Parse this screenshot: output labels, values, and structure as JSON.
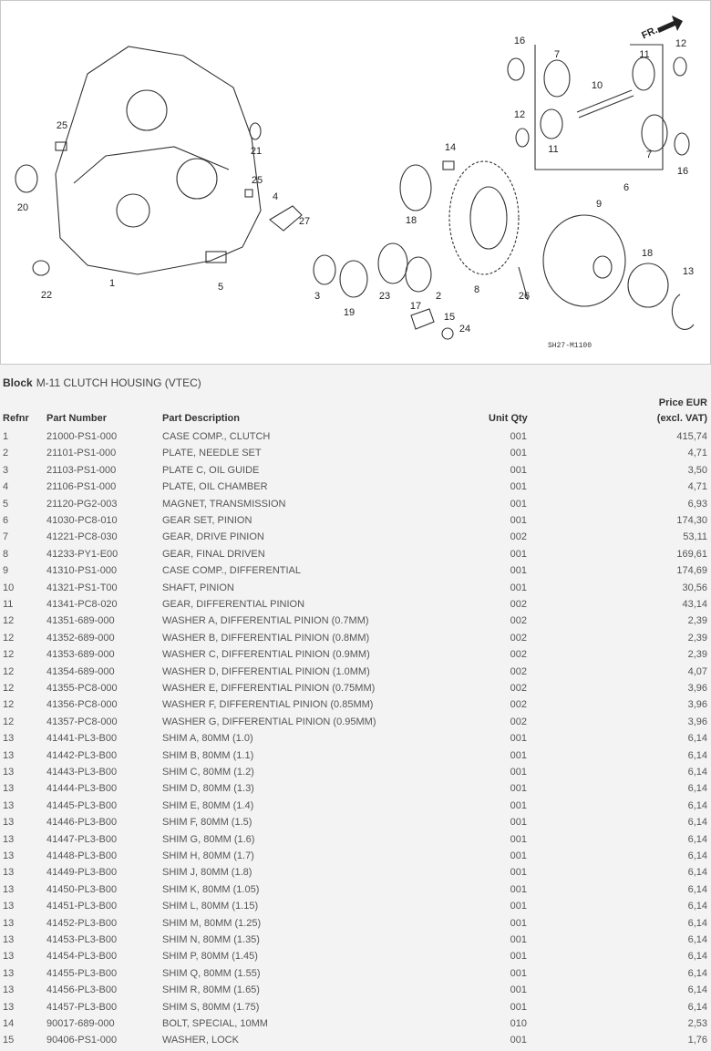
{
  "diagram": {
    "callouts": [
      "16",
      "7",
      "10",
      "11",
      "12",
      "FR.",
      "25",
      "21",
      "20",
      "14",
      "12",
      "11",
      "7",
      "16",
      "6",
      "25",
      "4",
      "27",
      "18",
      "9",
      "8",
      "5",
      "22",
      "1",
      "3",
      "19",
      "23",
      "17",
      "2",
      "15",
      "24",
      "26",
      "18",
      "13"
    ],
    "drawing_code": "SH27-M1100"
  },
  "block": {
    "label": "Block",
    "title": "M-11 CLUTCH HOUSING (VTEC)"
  },
  "table": {
    "headers": {
      "refnr": "Refnr",
      "part_number": "Part Number",
      "description": "Part Description",
      "unit_qty": "Unit Qty",
      "price_line1": "Price EUR",
      "price_line2": "(excl. VAT)"
    },
    "rows": [
      [
        "1",
        "21000-PS1-000",
        "CASE COMP., CLUTCH",
        "001",
        "415,74"
      ],
      [
        "2",
        "21101-PS1-000",
        "PLATE, NEEDLE SET",
        "001",
        "4,71"
      ],
      [
        "3",
        "21103-PS1-000",
        "PLATE C, OIL GUIDE",
        "001",
        "3,50"
      ],
      [
        "4",
        "21106-PS1-000",
        "PLATE, OIL CHAMBER",
        "001",
        "4,71"
      ],
      [
        "5",
        "21120-PG2-003",
        "MAGNET, TRANSMISSION",
        "001",
        "6,93"
      ],
      [
        "6",
        "41030-PC8-010",
        "GEAR SET, PINION",
        "001",
        "174,30"
      ],
      [
        "7",
        "41221-PC8-030",
        "GEAR, DRIVE PINION",
        "002",
        "53,11"
      ],
      [
        "8",
        "41233-PY1-E00",
        "GEAR, FINAL DRIVEN",
        "001",
        "169,61"
      ],
      [
        "9",
        "41310-PS1-000",
        "CASE COMP., DIFFERENTIAL",
        "001",
        "174,69"
      ],
      [
        "10",
        "41321-PS1-T00",
        "SHAFT, PINION",
        "001",
        "30,56"
      ],
      [
        "11",
        "41341-PC8-020",
        "GEAR, DIFFERENTIAL PINION",
        "002",
        "43,14"
      ],
      [
        "12",
        "41351-689-000",
        "WASHER A, DIFFERENTIAL PINION (0.7MM)",
        "002",
        "2,39"
      ],
      [
        "12",
        "41352-689-000",
        "WASHER B, DIFFERENTIAL PINION (0.8MM)",
        "002",
        "2,39"
      ],
      [
        "12",
        "41353-689-000",
        "WASHER C, DIFFERENTIAL PINION (0.9MM)",
        "002",
        "2,39"
      ],
      [
        "12",
        "41354-689-000",
        "WASHER D, DIFFERENTIAL PINION (1.0MM)",
        "002",
        "4,07"
      ],
      [
        "12",
        "41355-PC8-000",
        "WASHER E, DIFFERENTIAL PINION (0.75MM)",
        "002",
        "3,96"
      ],
      [
        "12",
        "41356-PC8-000",
        "WASHER F, DIFFERENTIAL PINION (0.85MM)",
        "002",
        "3,96"
      ],
      [
        "12",
        "41357-PC8-000",
        "WASHER G, DIFFERENTIAL PINION (0.95MM)",
        "002",
        "3,96"
      ],
      [
        "13",
        "41441-PL3-B00",
        "SHIM A, 80MM (1.0)",
        "001",
        "6,14"
      ],
      [
        "13",
        "41442-PL3-B00",
        "SHIM B, 80MM (1.1)",
        "001",
        "6,14"
      ],
      [
        "13",
        "41443-PL3-B00",
        "SHIM C, 80MM (1.2)",
        "001",
        "6,14"
      ],
      [
        "13",
        "41444-PL3-B00",
        "SHIM D, 80MM (1.3)",
        "001",
        "6,14"
      ],
      [
        "13",
        "41445-PL3-B00",
        "SHIM E, 80MM (1.4)",
        "001",
        "6,14"
      ],
      [
        "13",
        "41446-PL3-B00",
        "SHIM F, 80MM (1.5)",
        "001",
        "6,14"
      ],
      [
        "13",
        "41447-PL3-B00",
        "SHIM G, 80MM (1.6)",
        "001",
        "6,14"
      ],
      [
        "13",
        "41448-PL3-B00",
        "SHIM H, 80MM (1.7)",
        "001",
        "6,14"
      ],
      [
        "13",
        "41449-PL3-B00",
        "SHIM J, 80MM (1.8)",
        "001",
        "6,14"
      ],
      [
        "13",
        "41450-PL3-B00",
        "SHIM K, 80MM (1.05)",
        "001",
        "6,14"
      ],
      [
        "13",
        "41451-PL3-B00",
        "SHIM L, 80MM (1.15)",
        "001",
        "6,14"
      ],
      [
        "13",
        "41452-PL3-B00",
        "SHIM M, 80MM (1.25)",
        "001",
        "6,14"
      ],
      [
        "13",
        "41453-PL3-B00",
        "SHIM N, 80MM (1.35)",
        "001",
        "6,14"
      ],
      [
        "13",
        "41454-PL3-B00",
        "SHIM P, 80MM (1.45)",
        "001",
        "6,14"
      ],
      [
        "13",
        "41455-PL3-B00",
        "SHIM Q, 80MM (1.55)",
        "001",
        "6,14"
      ],
      [
        "13",
        "41456-PL3-B00",
        "SHIM R, 80MM (1.65)",
        "001",
        "6,14"
      ],
      [
        "13",
        "41457-PL3-B00",
        "SHIM S, 80MM (1.75)",
        "001",
        "6,14"
      ],
      [
        "14",
        "90017-689-000",
        "BOLT, SPECIAL, 10MM",
        "010",
        "2,53"
      ],
      [
        "15",
        "90406-PS1-000",
        "WASHER, LOCK",
        "001",
        "1,76"
      ]
    ]
  }
}
